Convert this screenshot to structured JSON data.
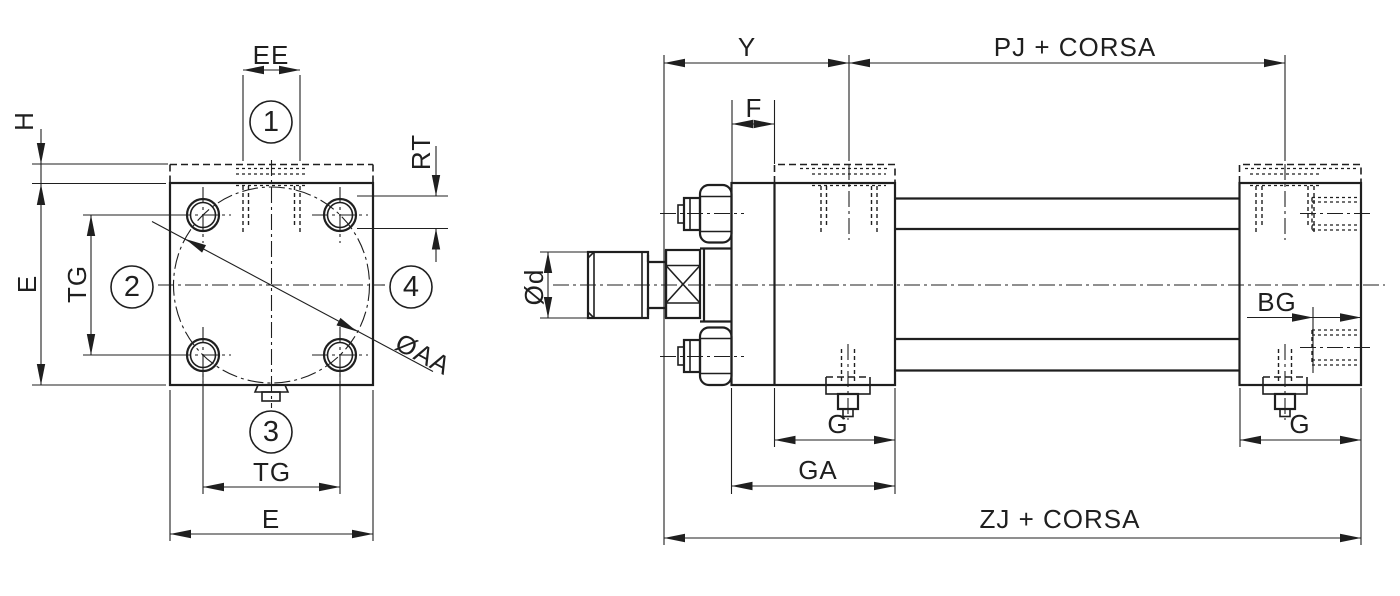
{
  "canvas": {
    "background": "#ffffff",
    "line_color": "#1f1f1f"
  },
  "front_view": {
    "port_markers": [
      "1",
      "2",
      "3",
      "4"
    ],
    "dims": {
      "ee": "EE",
      "h": "H",
      "e_left": "E",
      "tg_left": "TG",
      "rt": "RT",
      "aa": "ØAA",
      "tg_bottom": "TG",
      "e_bottom": "E"
    }
  },
  "side_view": {
    "dims": {
      "y": "Y",
      "pj": "PJ + CORSA",
      "f": "F",
      "rod_dia": "Ød",
      "g_head": "G",
      "ga": "GA",
      "bg": "BG",
      "g_cap": "G",
      "zj": "ZJ + CORSA"
    }
  }
}
